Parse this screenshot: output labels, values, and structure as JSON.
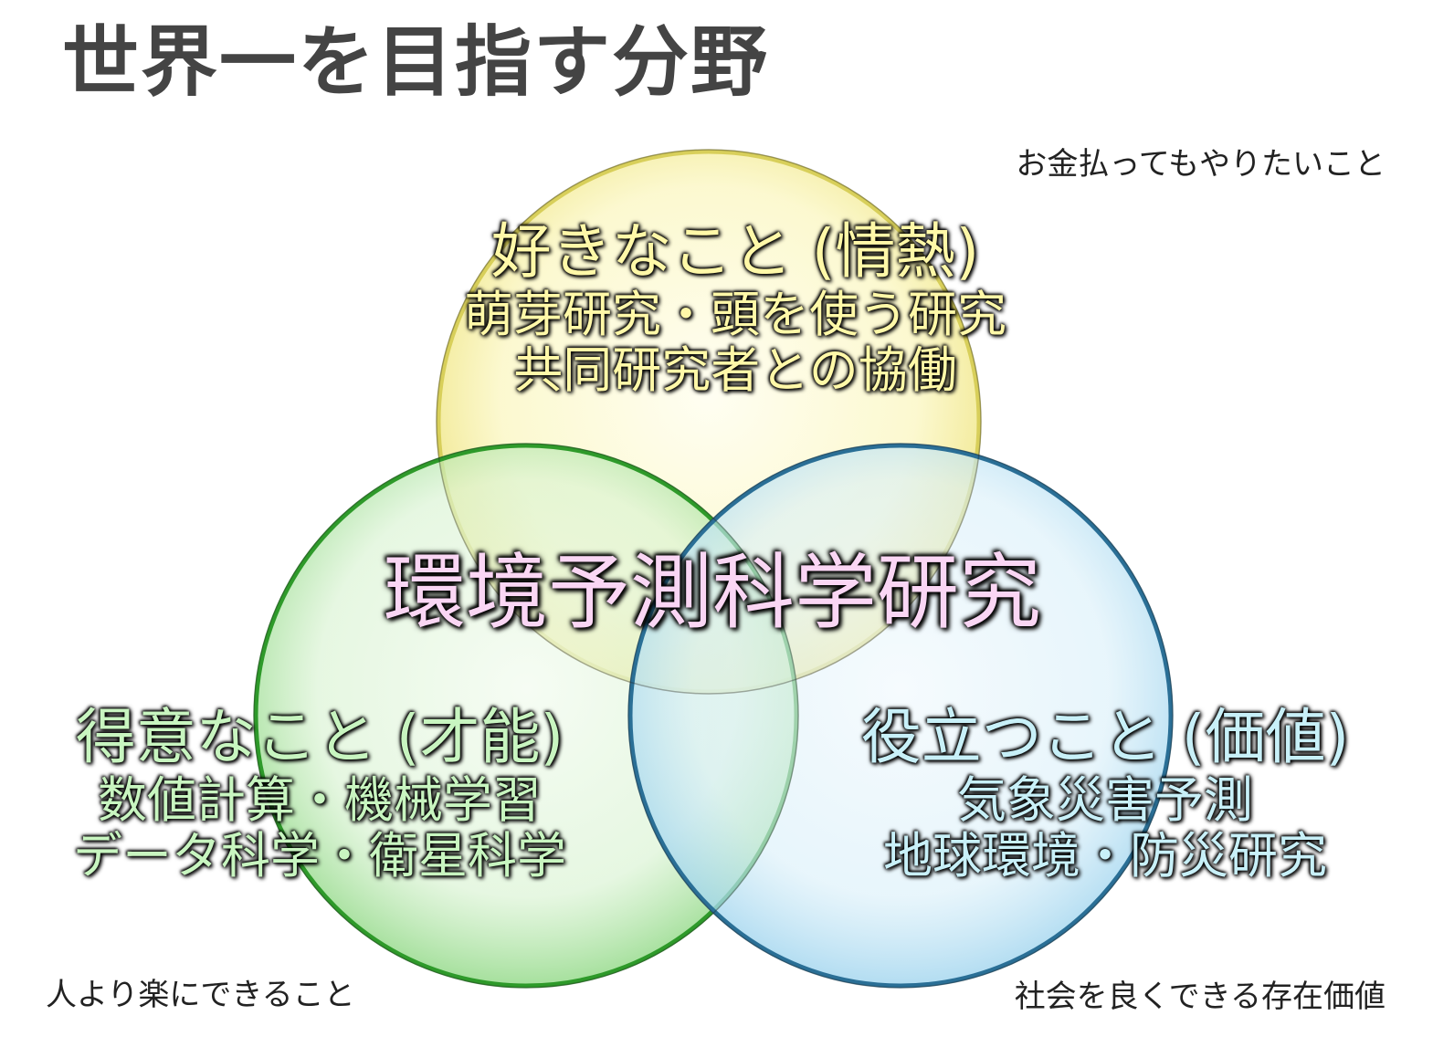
{
  "title": "世界一を目指す分野",
  "center_label": "環境予測科学研究",
  "circles": {
    "passion": {
      "heading": "好きなこと (情熱)",
      "lines": [
        "萌芽研究・頭を使う研究",
        "共同研究者との協働"
      ],
      "note": "お金払ってもやりたいこと",
      "color": "#fff8a8"
    },
    "talent": {
      "heading": "得意なこと (才能)",
      "lines": [
        "数値計算・機械学習",
        "データ科学・衛星科学"
      ],
      "note": "人より楽にできること",
      "color": "#c8f5c0"
    },
    "value": {
      "heading": "役立つこと (価値)",
      "lines": [
        "気象災害予測",
        "地球環境・防災研究"
      ],
      "note": "社会を良くできる存在価値",
      "color": "#c8f0f8"
    }
  }
}
